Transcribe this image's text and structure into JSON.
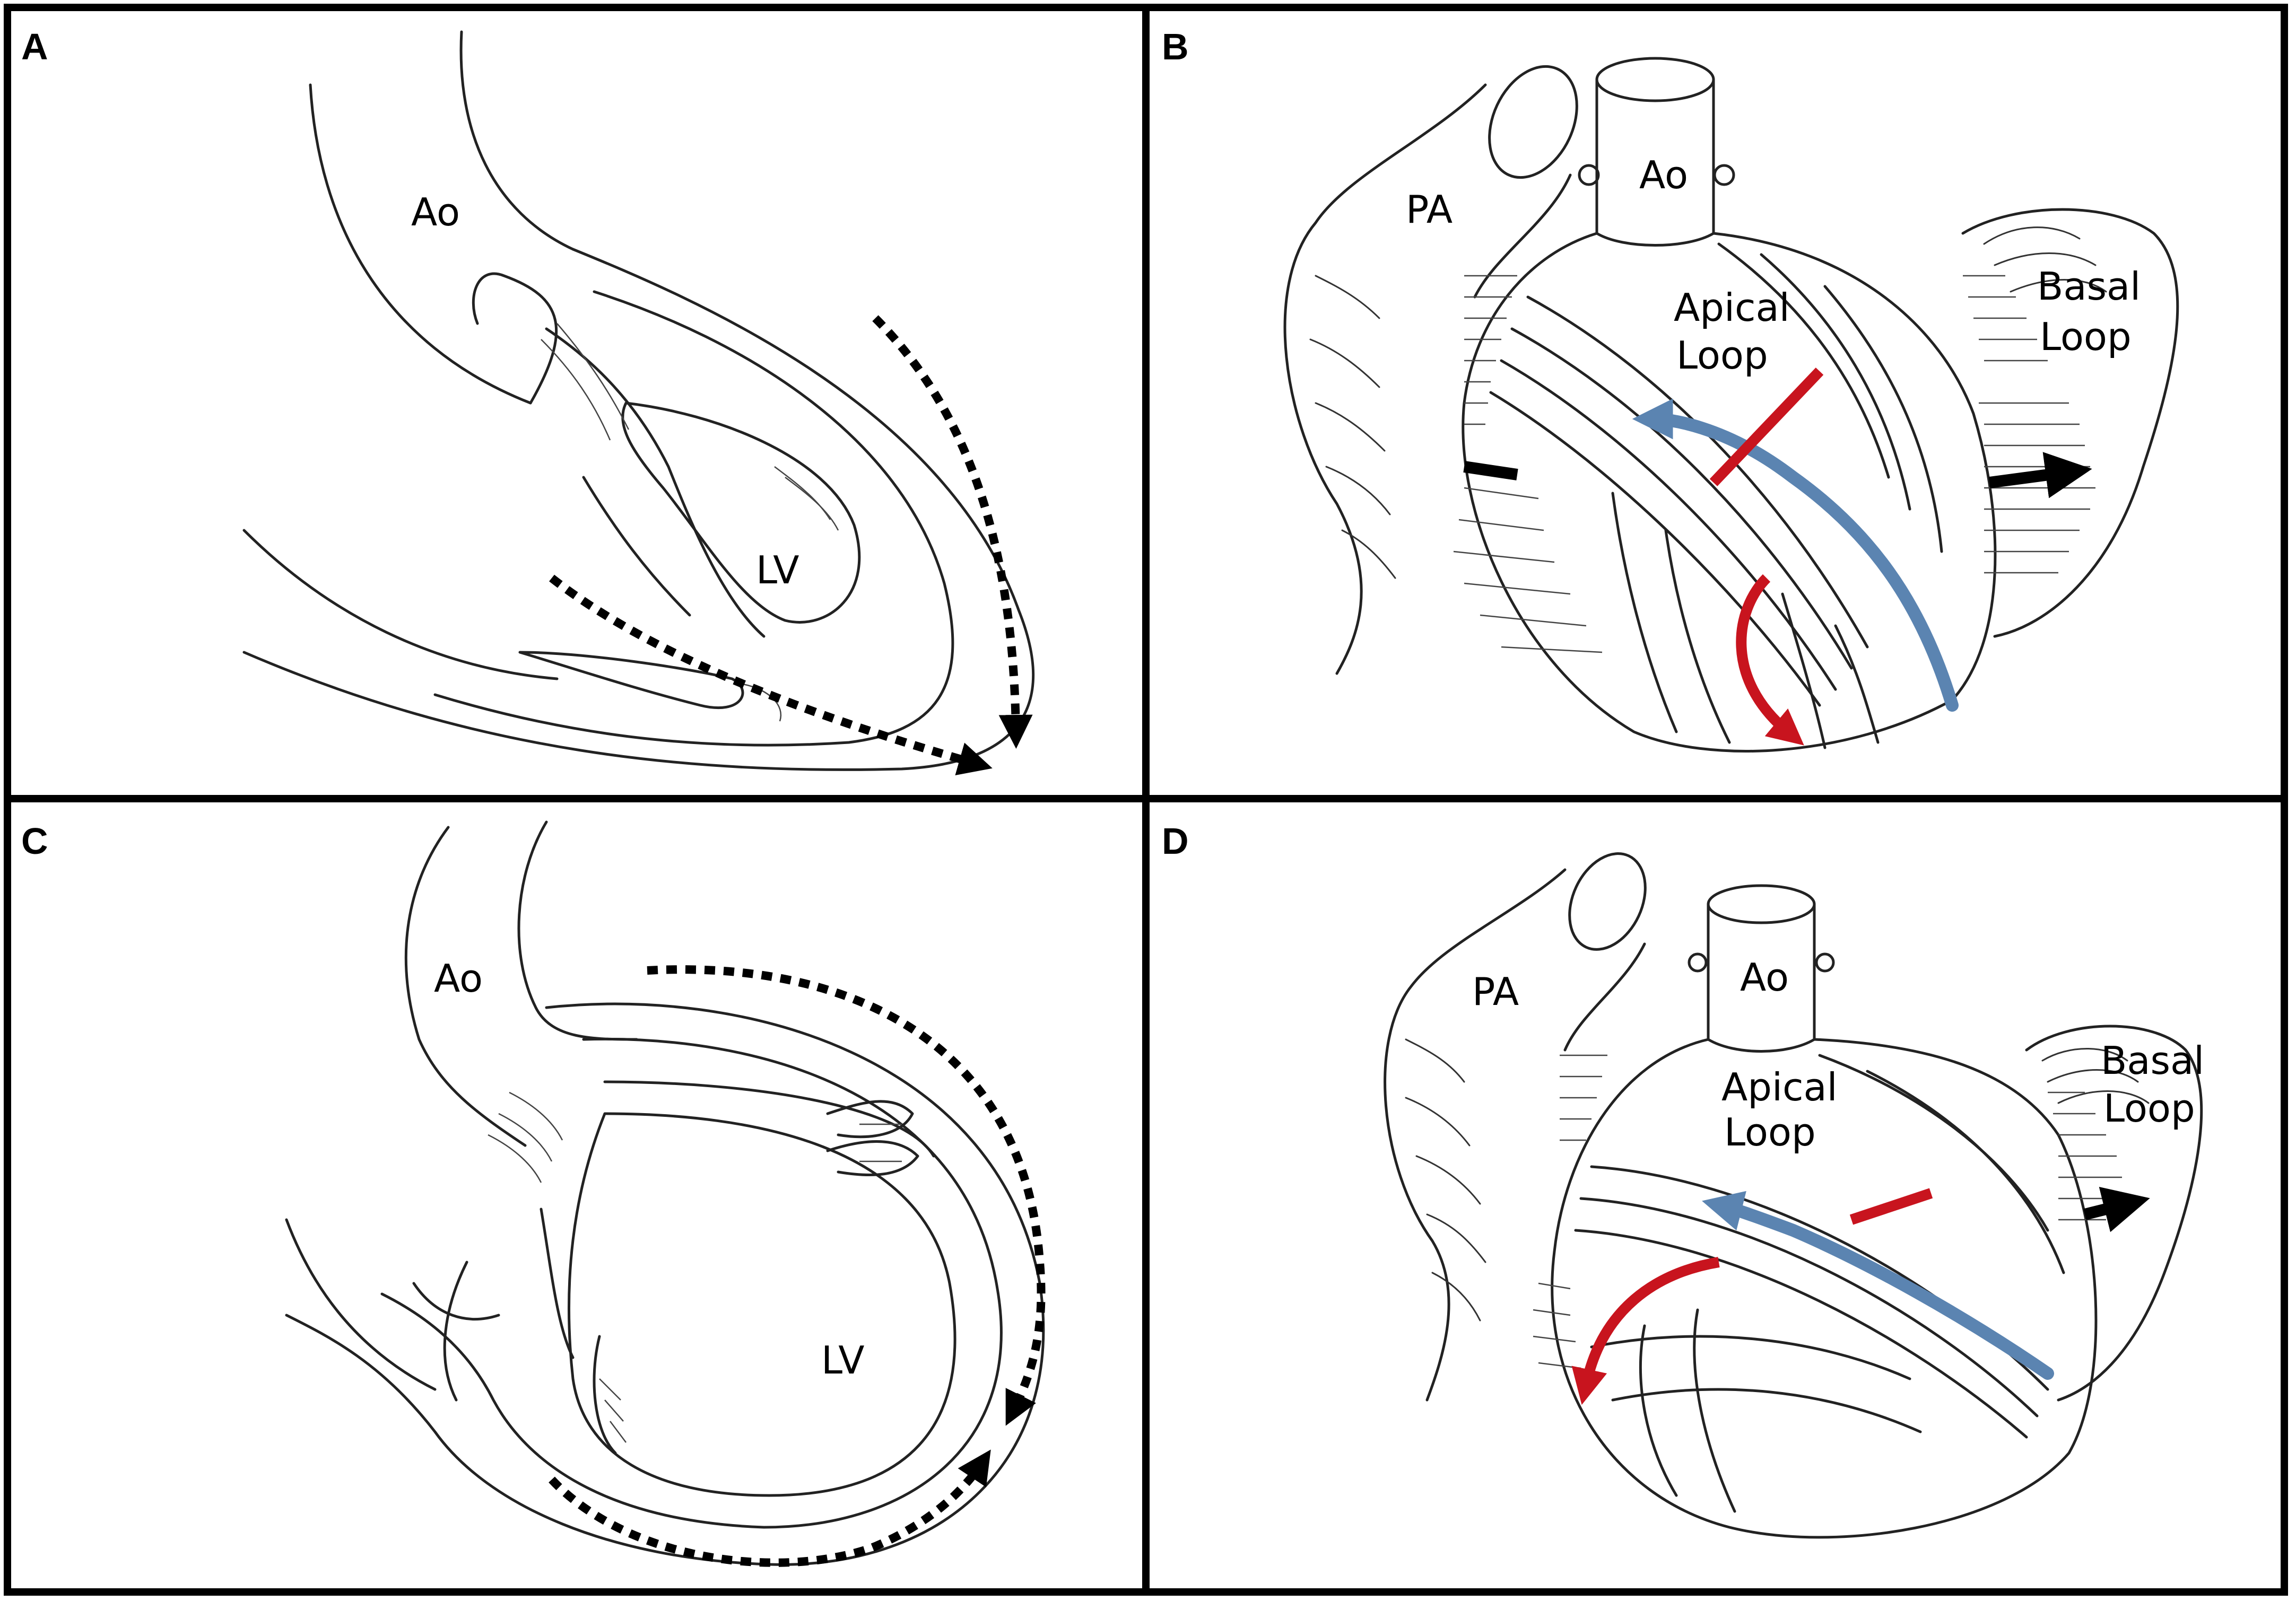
{
  "panels": {
    "a": {
      "letter": "A",
      "ao": "Ao",
      "lv": "LV"
    },
    "b": {
      "letter": "B",
      "pa": "PA",
      "ao": "Ao",
      "apical_1": "Apical",
      "apical_2": "Loop",
      "basal_1": "Basal",
      "basal_2": "Loop"
    },
    "c": {
      "letter": "C",
      "ao": "Ao",
      "lv": "LV"
    },
    "d": {
      "letter": "D",
      "pa": "PA",
      "ao": "Ao",
      "apical_1": "Apical",
      "apical_2": "Loop",
      "basal_1": "Basal",
      "basal_2": "Loop"
    }
  },
  "colors": {
    "blue_arrow": "#5b84b1",
    "red_arrow": "#c8141e",
    "black_arrow": "#000000",
    "frame": "#000000"
  }
}
